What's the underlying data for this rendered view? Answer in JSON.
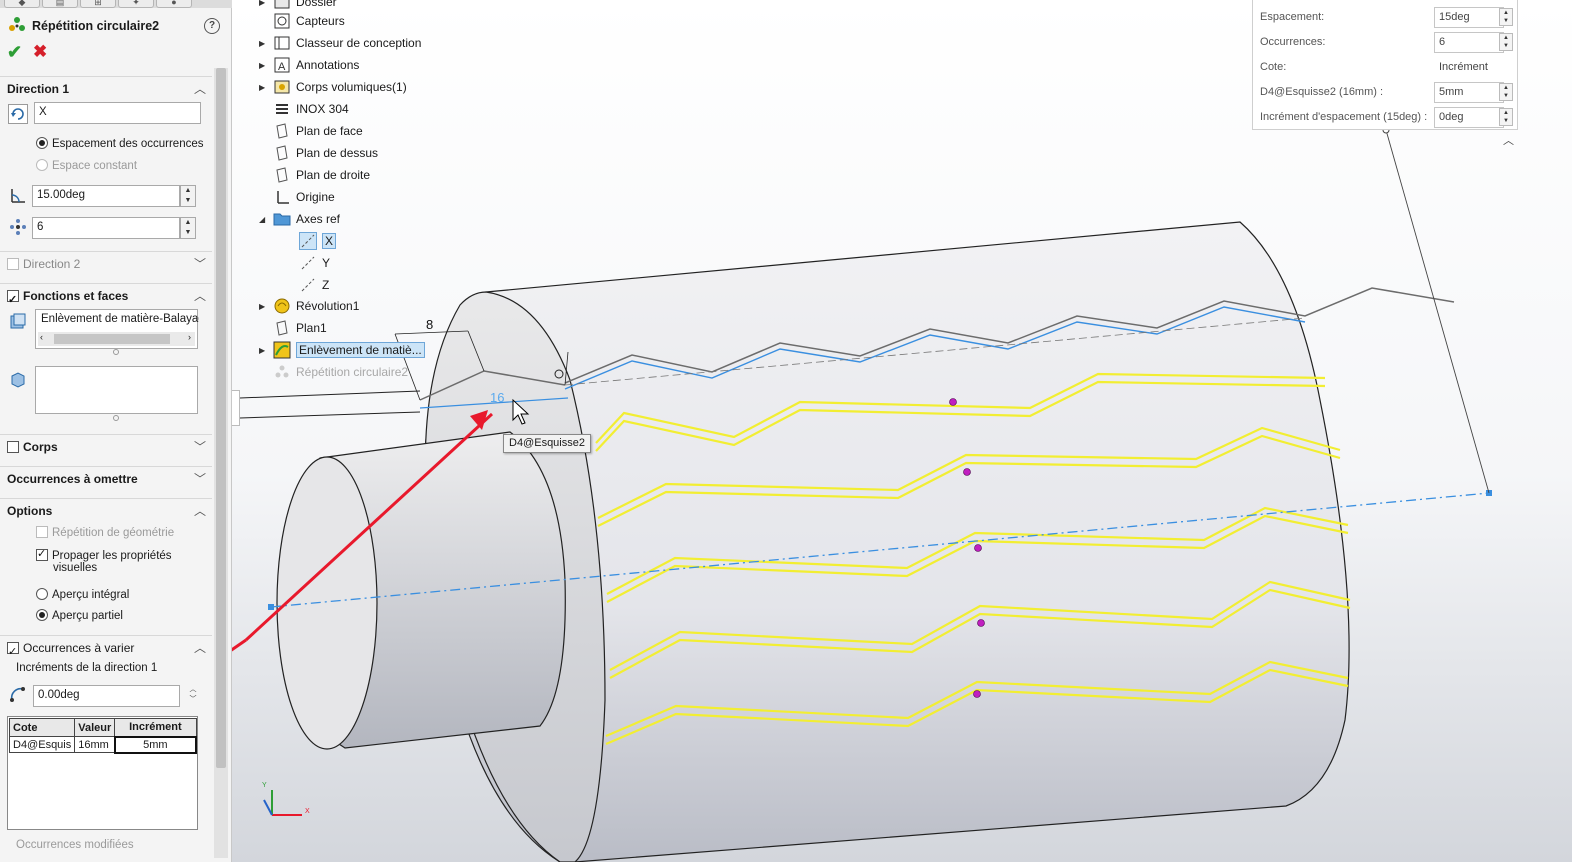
{
  "property_manager": {
    "title": "Répétition circulaire2",
    "help_label": "?",
    "direction1": {
      "header": "Direction 1",
      "axis_value": "X",
      "radio_spacing": "Espacement des occurrences",
      "radio_constant": "Espace constant",
      "angle_value": "15.00deg",
      "count_value": "6"
    },
    "direction2": {
      "header": "Direction 2"
    },
    "features": {
      "header": "Fonctions et faces",
      "feature_item": "Enlèvement de matière-Balayage"
    },
    "bodies": {
      "header": "Corps"
    },
    "skip": {
      "header": "Occurrences à omettre"
    },
    "options": {
      "header": "Options",
      "geometry_pattern": "Répétition de géométrie",
      "propagate_line1": "Propager les propriétés",
      "propagate_line2": "visuelles",
      "full_preview": "Aperçu intégral",
      "partial_preview": "Aperçu partiel"
    },
    "vary": {
      "header": "Occurrences à varier",
      "increments_label": "Incréments de la direction 1",
      "angle_increment": "0.00deg",
      "table": {
        "headers": [
          "Cote",
          "Valeur",
          "Incrément"
        ],
        "rows": [
          [
            "D4@Esquis",
            "16mm",
            "5mm"
          ]
        ]
      },
      "modified_label": "Occurrences modifiées"
    }
  },
  "tree": {
    "items": [
      {
        "label": "Dossier",
        "expand": "▶"
      },
      {
        "label": "Capteurs",
        "expand": ""
      },
      {
        "label": "Classeur de conception",
        "expand": "▶"
      },
      {
        "label": "Annotations",
        "expand": "▶"
      },
      {
        "label": "Corps volumiques(1)",
        "expand": "▶"
      },
      {
        "label": "INOX 304",
        "expand": ""
      },
      {
        "label": "Plan de face",
        "expand": ""
      },
      {
        "label": "Plan de dessus",
        "expand": ""
      },
      {
        "label": "Plan de droite",
        "expand": ""
      },
      {
        "label": "Origine",
        "expand": ""
      },
      {
        "label": "Axes ref",
        "expand": "◢"
      },
      {
        "label": "X",
        "expand": ""
      },
      {
        "label": "Y",
        "expand": ""
      },
      {
        "label": "Z",
        "expand": ""
      },
      {
        "label": "Révolution1",
        "expand": "▶"
      },
      {
        "label": "Plan1",
        "expand": ""
      },
      {
        "label": "Enlèvement de matiè...",
        "expand": "▶"
      },
      {
        "label": "Répétition circulaire2",
        "expand": ""
      }
    ]
  },
  "dim_table": {
    "rows": [
      {
        "key": "Espacement:",
        "value": "15deg"
      },
      {
        "key": "Occurrences:",
        "value": "6"
      },
      {
        "key": "Cote:",
        "value": "Incrément"
      },
      {
        "key": "D4@Esquisse2 (16mm) :",
        "value": "5mm"
      },
      {
        "key": "Incrément d'espacement (15deg) :",
        "value": "0deg"
      }
    ]
  },
  "viewport": {
    "dim_8": "8",
    "dim_16": "16",
    "tooltip": "D4@Esquisse2",
    "triad_labels": {
      "x": "X",
      "y": "Y"
    }
  },
  "colors": {
    "accent_blue": "#3a8fe0",
    "pattern_yellow": "#f2ee32",
    "arrow_red": "#e8192c",
    "ok_green": "#2e9e36"
  }
}
